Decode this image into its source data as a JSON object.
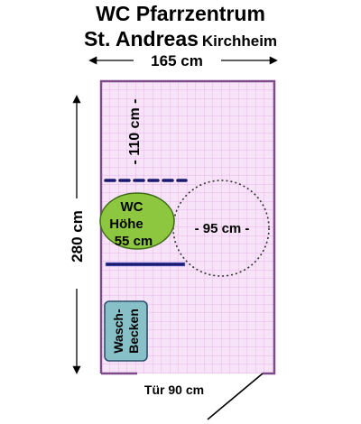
{
  "title": {
    "line1": "WC Pfarrzentrum",
    "line2_main": "St. Andreas",
    "line2_sub": "Kirchheim"
  },
  "dimensions": {
    "width": "165 cm",
    "height": "280 cm",
    "clearance_top": "- 110 cm -",
    "turning_circle": "- 95 cm -",
    "door": "Tür 90 cm"
  },
  "toilet": {
    "line1": "WC",
    "line2": "Höhe",
    "line3": "55 cm"
  },
  "sink": {
    "line1": "Wasch-",
    "line2": "Becken"
  },
  "colors": {
    "floor": "#f7e3f7",
    "grid": "#e8a8e8",
    "wall": "#7d4a8a",
    "toilet": "#8dc63f",
    "sink": "#88c0c8",
    "grab_bar": "#1a1a6e"
  }
}
